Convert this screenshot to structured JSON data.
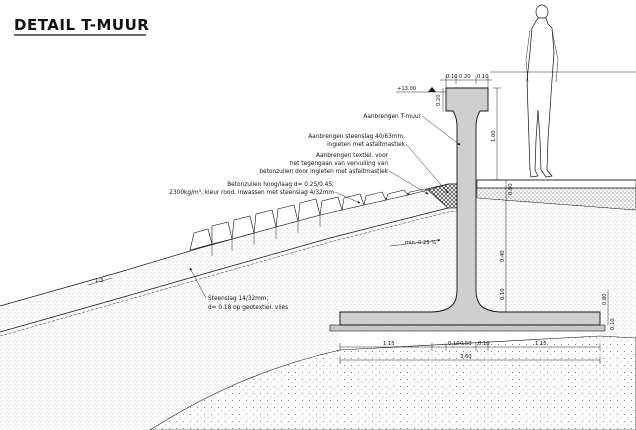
{
  "title": "DETAIL T-MUUR",
  "level_mark": "+13.00",
  "slope_ratio": "1:3",
  "gradient": "min. 0.25 %",
  "annotations": {
    "t_wall": "Aanbrengen T-muur",
    "gravel_1": "Aanbrengen steenslag 40/63mm,",
    "gravel_2": "ingieten met asfaltmastiek",
    "textile_1": "Aanbrengen textiel, voor",
    "textile_2": "het tegengaan van vervuiling van",
    "textile_3": "betonzuilen door ingieten met asfaltmastiek",
    "columns_1": "Betonzuilen hoog/laag d= 0.25/0.45;",
    "columns_2": "2300kg/m³, kleur rood, inwassen met steenslag 4/32mm",
    "sub_1": "Steenslag 14/32mm;",
    "sub_2": "d= 0.18 op geotextiel, vlies"
  },
  "dimensions": {
    "top_1": "0.10",
    "top_2": "0.20",
    "top_3": "0.10",
    "cap": "0.20",
    "stem": "1.00",
    "backfill": "0.80",
    "lower": "0.40",
    "flange": "0.10",
    "base_h": "0.80",
    "foot": "0.10",
    "base_left": "1.15",
    "base_mid_1": "0.10",
    "base_mid_2": "0.50",
    "base_mid_3": "0.10",
    "base_right": "1.15",
    "base_total": "3.60"
  }
}
